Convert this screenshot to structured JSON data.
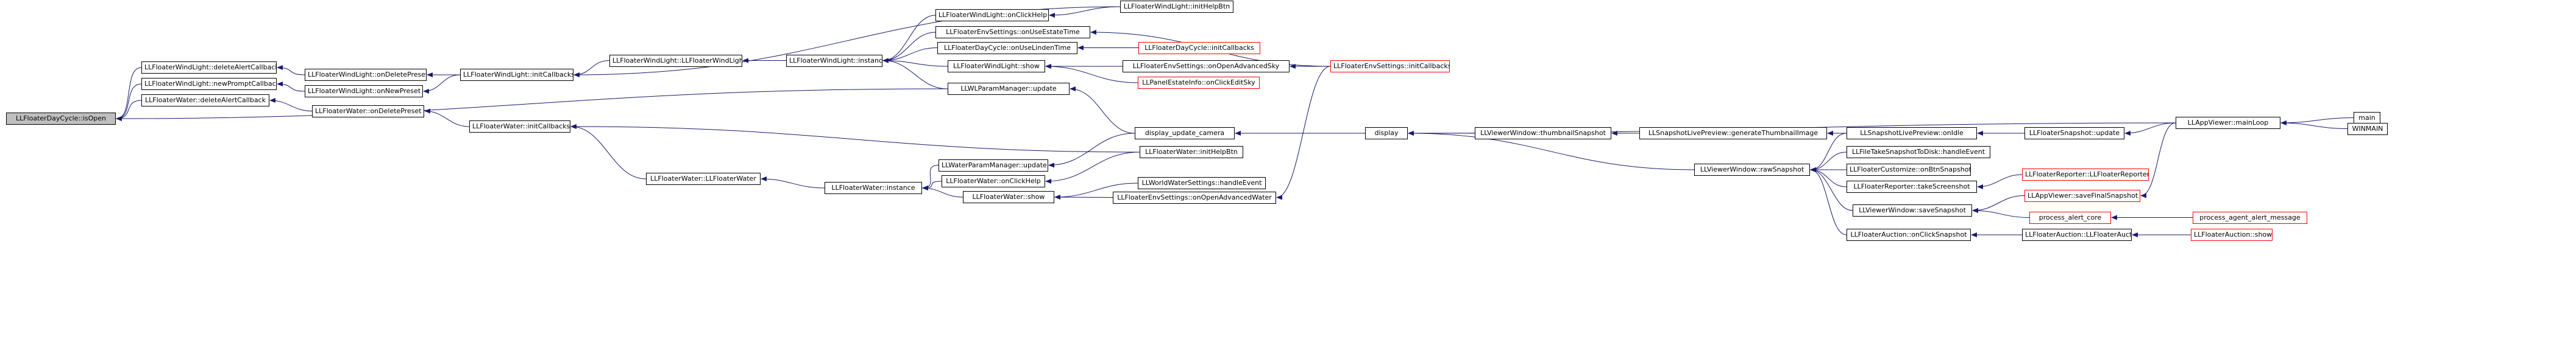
{
  "diagram": {
    "type": "call-graph",
    "edge_color": "#191970",
    "node_border": "#000000",
    "truncated_border": "#ff0000",
    "root_fill": "#bfbfbf",
    "nodes": [
      {
        "id": "root",
        "label": "LLFloaterDayCycle::isOpen"
      },
      {
        "id": "wl_delAlert",
        "label": "LLFloaterWindLight::deleteAlertCallback"
      },
      {
        "id": "wl_newPrompt",
        "label": "LLFloaterWindLight::newPromptCallback"
      },
      {
        "id": "w_delAlert",
        "label": "LLFloaterWater::deleteAlertCallback"
      },
      {
        "id": "wl_onDelete",
        "label": "LLFloaterWindLight::onDeletePreset"
      },
      {
        "id": "wl_onNew",
        "label": "LLFloaterWindLight::onNewPreset"
      },
      {
        "id": "w_onDelete",
        "label": "LLFloaterWater::onDeletePreset"
      },
      {
        "id": "wl_init",
        "label": "LLFloaterWindLight::initCallbacks"
      },
      {
        "id": "w_init",
        "label": "LLFloaterWater::initCallbacks"
      },
      {
        "id": "wl_ctor",
        "label": "LLFloaterWindLight::LLFloaterWindLight"
      },
      {
        "id": "w_ctor",
        "label": "LLFloaterWater::LLFloaterWater"
      },
      {
        "id": "wl_inst",
        "label": "LLFloaterWindLight::instance"
      },
      {
        "id": "w_inst",
        "label": "LLFloaterWater::instance"
      },
      {
        "id": "wl_onClickHelp",
        "label": "LLFloaterWindLight::onClickHelp"
      },
      {
        "id": "wl_initHelp",
        "label": "LLFloaterWindLight::initHelpBtn"
      },
      {
        "id": "env_useEstate",
        "label": "LLFloaterEnvSettings::onUseEstateTime"
      },
      {
        "id": "dc_useLinden",
        "label": "LLFloaterDayCycle::onUseLindenTime"
      },
      {
        "id": "dc_initCb",
        "label": "LLFloaterDayCycle::initCallbacks",
        "red": true
      },
      {
        "id": "wl_show",
        "label": "LLFloaterWindLight::show"
      },
      {
        "id": "env_openSky",
        "label": "LLFloaterEnvSettings::onOpenAdvancedSky"
      },
      {
        "id": "env_initCb",
        "label": "LLFloaterEnvSettings::initCallbacks",
        "red": true
      },
      {
        "id": "panel_estate",
        "label": "LLPanelEstateInfo::onClickEditSky",
        "red": true
      },
      {
        "id": "wlparam_update",
        "label": "LLWLParamManager::update"
      },
      {
        "id": "display_cam",
        "label": "display_update_camera"
      },
      {
        "id": "display",
        "label": "display"
      },
      {
        "id": "w_initHelp",
        "label": "LLFloaterWater::initHelpBtn"
      },
      {
        "id": "waterparam_update",
        "label": "LLWaterParamManager::update"
      },
      {
        "id": "w_onClickHelp",
        "label": "LLFloaterWater::onClickHelp"
      },
      {
        "id": "w_show",
        "label": "LLFloaterWater::show"
      },
      {
        "id": "worldwater",
        "label": "LLWorldWaterSettings::handleEvent"
      },
      {
        "id": "env_openWater",
        "label": "LLFloaterEnvSettings::onOpenAdvancedWater"
      },
      {
        "id": "thumb",
        "label": "LLViewerWindow::thumbnailSnapshot"
      },
      {
        "id": "gen_thumb",
        "label": "LLSnapshotLivePreview::generateThumbnailImage"
      },
      {
        "id": "snap_idle",
        "label": "LLSnapshotLivePreview::onIdle"
      },
      {
        "id": "snap_update",
        "label": "LLFloaterSnapshot::update"
      },
      {
        "id": "mainloop",
        "label": "LLAppViewer::mainLoop"
      },
      {
        "id": "main",
        "label": "main"
      },
      {
        "id": "winmain",
        "label": "WINMAIN"
      },
      {
        "id": "rawsnap",
        "label": "LLViewerWindow::rawSnapshot"
      },
      {
        "id": "filetake",
        "label": "LLFileTakeSnapshotToDisk::handleEvent"
      },
      {
        "id": "customize",
        "label": "LLFloaterCustomize::onBtnSnapshot"
      },
      {
        "id": "reporter_take",
        "label": "LLFloaterReporter::takeScreenshot"
      },
      {
        "id": "reporter_ctor",
        "label": "LLFloaterReporter::LLFloaterReporter",
        "red": true
      },
      {
        "id": "final_snap",
        "label": "LLAppViewer::saveFinalSnapshot",
        "red": true
      },
      {
        "id": "savesnap",
        "label": "LLViewerWindow::saveSnapshot"
      },
      {
        "id": "alert_core",
        "label": "process_alert_core",
        "red": true
      },
      {
        "id": "agent_alert",
        "label": "process_agent_alert_message",
        "red": true
      },
      {
        "id": "auction_click",
        "label": "LLFloaterAuction::onClickSnapshot"
      },
      {
        "id": "auction_ctor",
        "label": "LLFloaterAuction::LLFloaterAuction"
      },
      {
        "id": "auction_show",
        "label": "LLFloaterAuction::show",
        "red": true
      }
    ],
    "edges": [
      [
        "wl_delAlert",
        "root"
      ],
      [
        "wl_newPrompt",
        "root"
      ],
      [
        "w_delAlert",
        "root"
      ],
      [
        "wlparam_update",
        "root"
      ],
      [
        "wl_onDelete",
        "wl_delAlert"
      ],
      [
        "wl_onNew",
        "wl_newPrompt"
      ],
      [
        "w_onDelete",
        "w_delAlert"
      ],
      [
        "wl_init",
        "wl_onDelete"
      ],
      [
        "wl_init",
        "wl_onNew"
      ],
      [
        "w_init",
        "w_onDelete"
      ],
      [
        "wl_ctor",
        "wl_init"
      ],
      [
        "wl_initHelp",
        "wl_init"
      ],
      [
        "w_ctor",
        "w_init"
      ],
      [
        "w_initHelp",
        "w_init"
      ],
      [
        "wl_inst",
        "wl_ctor"
      ],
      [
        "w_inst",
        "w_ctor"
      ],
      [
        "wl_onClickHelp",
        "wl_inst"
      ],
      [
        "env_useEstate",
        "wl_inst"
      ],
      [
        "dc_useLinden",
        "wl_inst"
      ],
      [
        "wl_show",
        "wl_inst"
      ],
      [
        "wlparam_update",
        "wl_inst"
      ],
      [
        "wl_initHelp",
        "wl_onClickHelp"
      ],
      [
        "env_initCb",
        "env_useEstate"
      ],
      [
        "dc_initCb",
        "dc_useLinden"
      ],
      [
        "env_openSky",
        "wl_show"
      ],
      [
        "panel_estate",
        "wl_show"
      ],
      [
        "env_initCb",
        "env_openSky"
      ],
      [
        "display_cam",
        "wlparam_update"
      ],
      [
        "display",
        "display_cam"
      ],
      [
        "waterparam_update",
        "w_inst"
      ],
      [
        "w_onClickHelp",
        "w_inst"
      ],
      [
        "w_show",
        "w_inst"
      ],
      [
        "display_cam",
        "waterparam_update"
      ],
      [
        "w_initHelp",
        "w_onClickHelp"
      ],
      [
        "worldwater",
        "w_show"
      ],
      [
        "env_openWater",
        "w_show"
      ],
      [
        "env_initCb",
        "env_openWater"
      ],
      [
        "thumb",
        "display"
      ],
      [
        "rawsnap",
        "display"
      ],
      [
        "mainloop",
        "display"
      ],
      [
        "gen_thumb",
        "thumb"
      ],
      [
        "snap_idle",
        "gen_thumb"
      ],
      [
        "snap_update",
        "snap_idle"
      ],
      [
        "mainloop",
        "snap_update"
      ],
      [
        "main",
        "mainloop"
      ],
      [
        "winmain",
        "mainloop"
      ],
      [
        "snap_idle",
        "rawsnap"
      ],
      [
        "filetake",
        "rawsnap"
      ],
      [
        "customize",
        "rawsnap"
      ],
      [
        "reporter_take",
        "rawsnap"
      ],
      [
        "savesnap",
        "rawsnap"
      ],
      [
        "auction_click",
        "rawsnap"
      ],
      [
        "reporter_ctor",
        "reporter_take"
      ],
      [
        "final_snap",
        "savesnap"
      ],
      [
        "alert_core",
        "savesnap"
      ],
      [
        "mainloop",
        "final_snap"
      ],
      [
        "agent_alert",
        "alert_core"
      ],
      [
        "auction_ctor",
        "auction_click"
      ],
      [
        "auction_show",
        "auction_ctor"
      ]
    ]
  }
}
